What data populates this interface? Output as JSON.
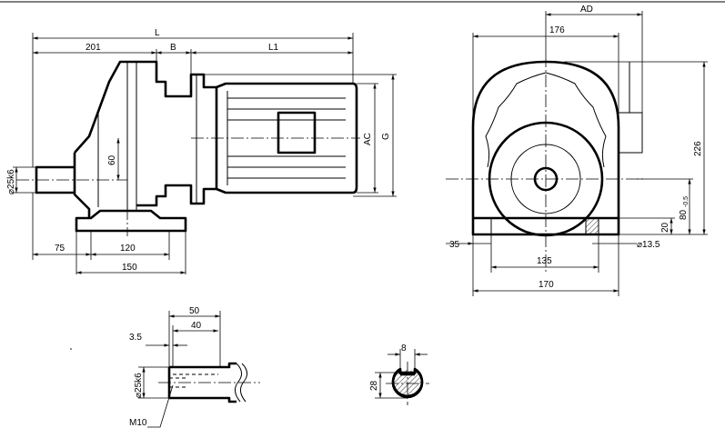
{
  "side_view": {
    "dims": {
      "L": "L",
      "d201": "201",
      "B": "B",
      "L1": "L1",
      "d60": "60",
      "shaft_dia": "⌀25k6",
      "AC": "AC",
      "G": "G",
      "d75": "75",
      "d120": "120",
      "d150": "150"
    }
  },
  "end_view": {
    "dims": {
      "AD": "AD",
      "d176": "176",
      "d226": "226",
      "d80": "80",
      "d80_tol": "-0.5",
      "d20": "20",
      "hole": "⌀13.5",
      "d35": "35",
      "d135": "135",
      "d170": "170"
    }
  },
  "shaft_detail": {
    "dims": {
      "d50": "50",
      "d40": "40",
      "d3_5": "3.5",
      "shaft_dia": "⌀25k6",
      "thread": "M10"
    }
  },
  "key_section": {
    "dims": {
      "d8": "8",
      "d28": "28"
    }
  }
}
